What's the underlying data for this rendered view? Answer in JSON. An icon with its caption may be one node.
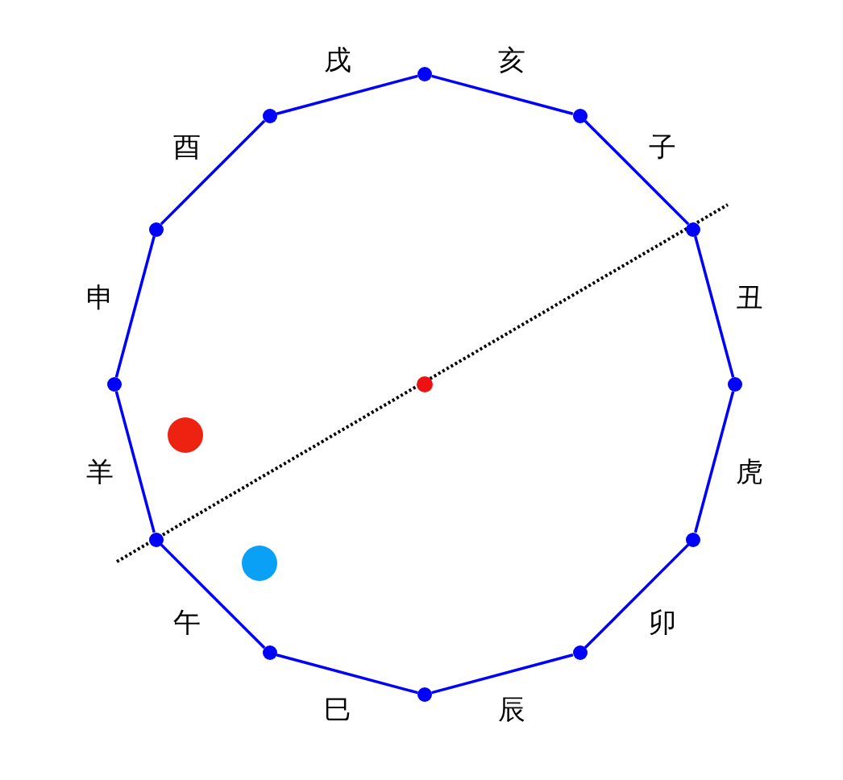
{
  "diagram": {
    "nodes": [
      {
        "text": [],
        "shape": "circle"
      },
      {
        "text": [],
        "shape": "circle"
      },
      {
        "text": [],
        "shape": "circle"
      },
      {
        "text": [],
        "shape": "circle"
      },
      {
        "text": [],
        "shape": "circle"
      },
      {
        "text": [],
        "shape": "circle"
      },
      {
        "text": [],
        "shape": "circle"
      },
      {
        "text": [],
        "shape": "circle"
      },
      {
        "text": [],
        "shape": "circle"
      },
      {
        "text": [],
        "shape": "circle"
      },
      {
        "text": [],
        "shape": "circle"
      },
      {
        "text": [],
        "shape": "circle"
      },
      {
        "text": [],
        "shape": "circle"
      },
      {
        "text": [],
        "shape": "circle"
      },
      {
        "text": [],
        "shape": "circle"
      }
    ],
    "edges": [
      {
        "from": 0,
        "to": 2,
        "arrow": "none"
      },
      {
        "from": 2,
        "to": 4,
        "arrow": "none"
      },
      {
        "from": 4,
        "to": 6,
        "arrow": "none"
      },
      {
        "from": 6,
        "to": 8,
        "arrow": "none"
      },
      {
        "from": 8,
        "to": 10,
        "arrow": "none"
      },
      {
        "from": 10,
        "to": 11,
        "arrow": "none"
      },
      {
        "from": 11,
        "to": 9,
        "arrow": "none"
      },
      {
        "from": 9,
        "to": 7,
        "arrow": "none"
      },
      {
        "from": 7,
        "to": 5,
        "arrow": "none"
      },
      {
        "from": 5,
        "to": 3,
        "arrow": "none"
      },
      {
        "from": 3,
        "to": 1,
        "arrow": "none"
      },
      {
        "from": 1,
        "to": 0,
        "arrow": "none"
      }
    ],
    "labels": [
      "戌",
      "亥",
      "酉",
      "子",
      "申",
      "丑",
      "羊",
      "虎",
      "午",
      "卯",
      "巳",
      "辰"
    ]
  }
}
